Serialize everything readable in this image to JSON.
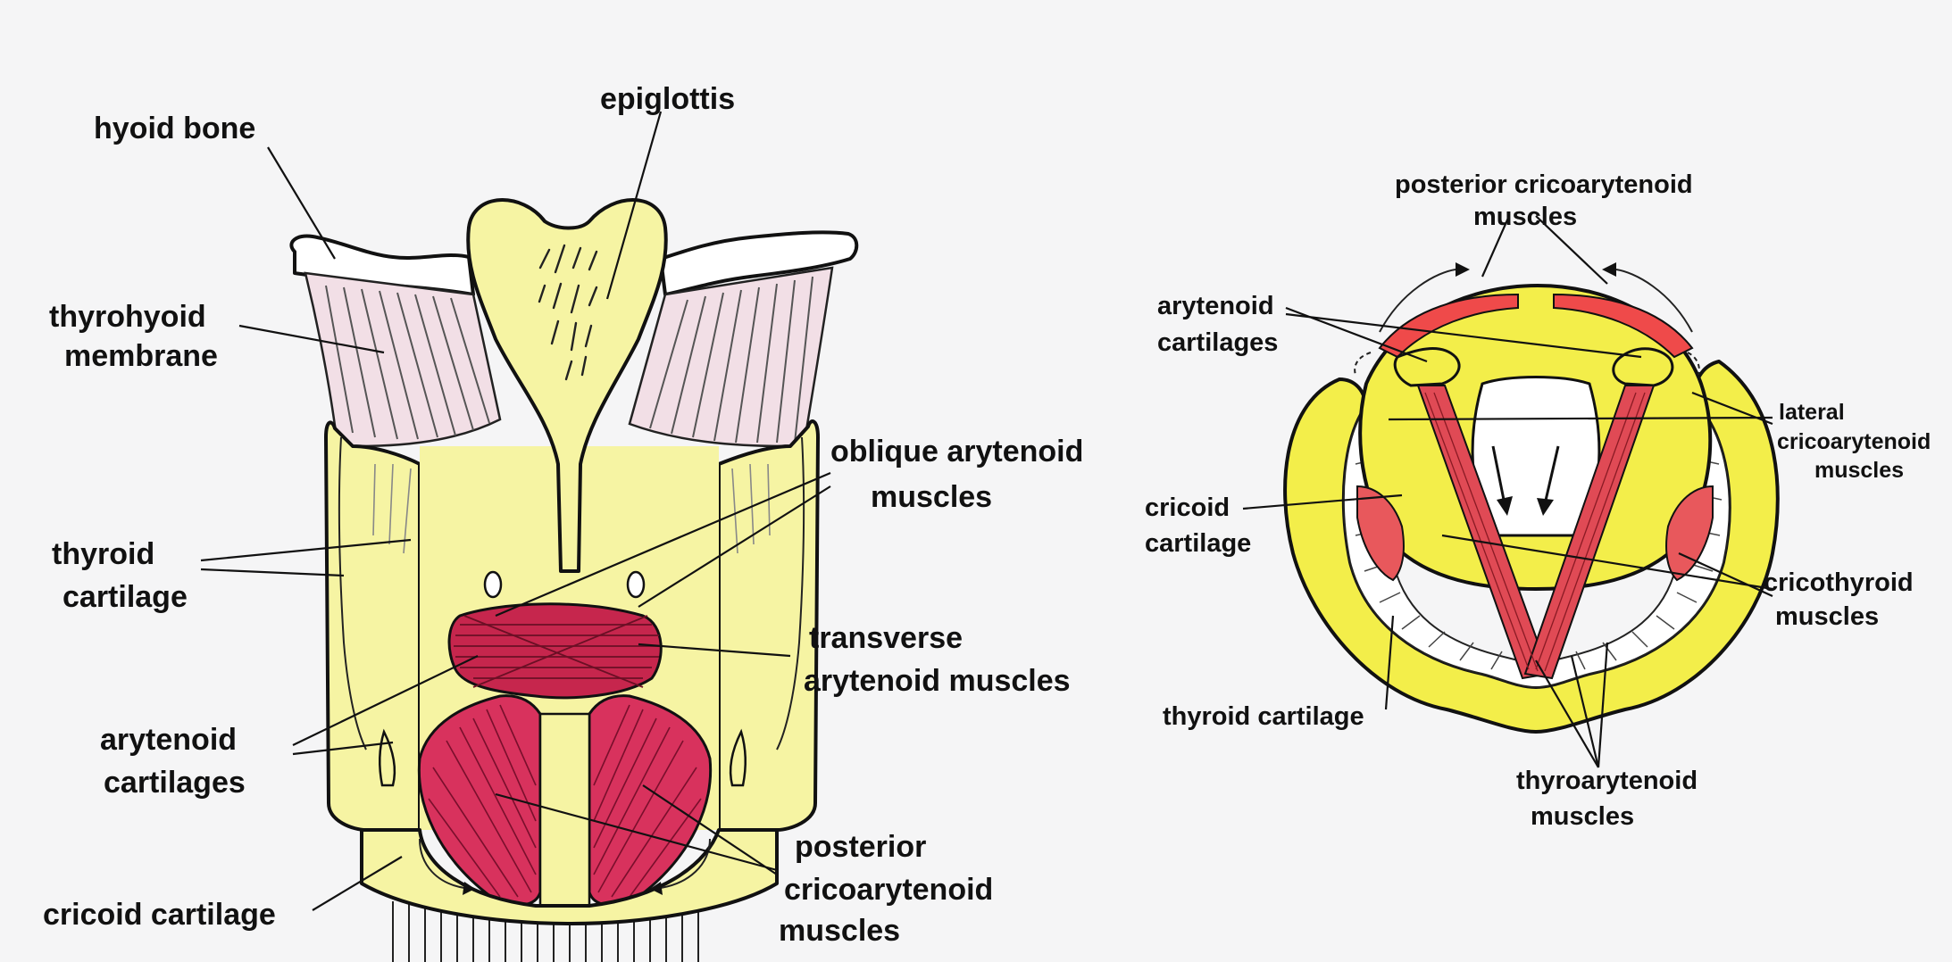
{
  "palette": {
    "background": "#f5f5f6",
    "cartilage": "#f6f4a3",
    "cartilage_bright": "#f3ee4a",
    "membrane": "#f2dfe6",
    "muscle_posterior": "#d8325d",
    "muscle_superior": "#ef4a4a",
    "bone": "#ffffff",
    "ink": "#111111"
  },
  "left_panel": {
    "labels": {
      "hyoid_bone": "hyoid bone",
      "epiglottis": "epiglottis",
      "thyrohyoid_line1": "thyrohyoid",
      "thyrohyoid_line2": "membrane",
      "thyroid_line1": "thyroid",
      "thyroid_line2": "cartilage",
      "oblique_line1": "oblique arytenoid",
      "oblique_line2": "muscles",
      "transverse_line1": "transverse",
      "transverse_line2": "arytenoid muscles",
      "arytenoid_line1": "arytenoid",
      "arytenoid_line2": "cartilages",
      "cricoid": "cricoid cartilage",
      "posterior_line1": "posterior",
      "posterior_line2": "cricoarytenoid",
      "posterior_line3": "muscles"
    }
  },
  "right_panel": {
    "labels": {
      "posterior_line1": "posterior cricoarytenoid",
      "posterior_line2": "muscles",
      "arytenoid_line1": "arytenoid",
      "arytenoid_line2": "cartilages",
      "lateral_line1": "lateral",
      "lateral_line2": "cricoarytenoid",
      "lateral_line3": "muscles",
      "cricoid_line1": "cricoid",
      "cricoid_line2": "cartilage",
      "cricothyroid_line1": "cricothyroid",
      "cricothyroid_line2": "muscles",
      "thyroid": "thyroid cartilage",
      "thyroarytenoid_line1": "thyroarytenoid",
      "thyroarytenoid_line2": "muscles"
    }
  }
}
